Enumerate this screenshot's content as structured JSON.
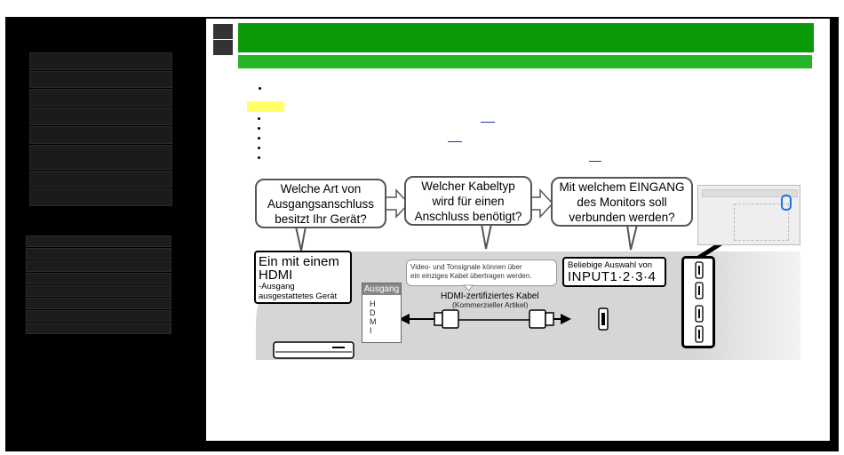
{
  "bubbles": {
    "q1": "Welche Art von\nAusgangsanschluss\nbesitzt Ihr Gerät?",
    "q2": "Welcher Kabeltyp\nwird für einen\nAnschluss benötigt?",
    "q3": "Mit welchem EINGANG\ndes Monitors soll\nverbunden werden?"
  },
  "device_box": {
    "line1": "Ein mit einem",
    "line2": "HDMI",
    "line3": "-Ausgang",
    "line4": "ausgestattetes Gerät"
  },
  "cable_note": {
    "line1": "Video- und Tonsignale können über",
    "line2": "ein einziges Kabel übertragen werden."
  },
  "cable_label": "HDMI-zertifiziertes Kabel",
  "cable_sub": "(Kommerzieller Artikel)",
  "output_label": "Ausgang",
  "output_port": "H\nD\nM\nI",
  "input_box": {
    "line1": "Beliebige Auswahl von",
    "line2": "INPUT1·2·3·4"
  },
  "colors": {
    "header_green": "#0a9a0a",
    "subheader_green": "#26b526",
    "highlight_yellow": "#ffff66"
  }
}
